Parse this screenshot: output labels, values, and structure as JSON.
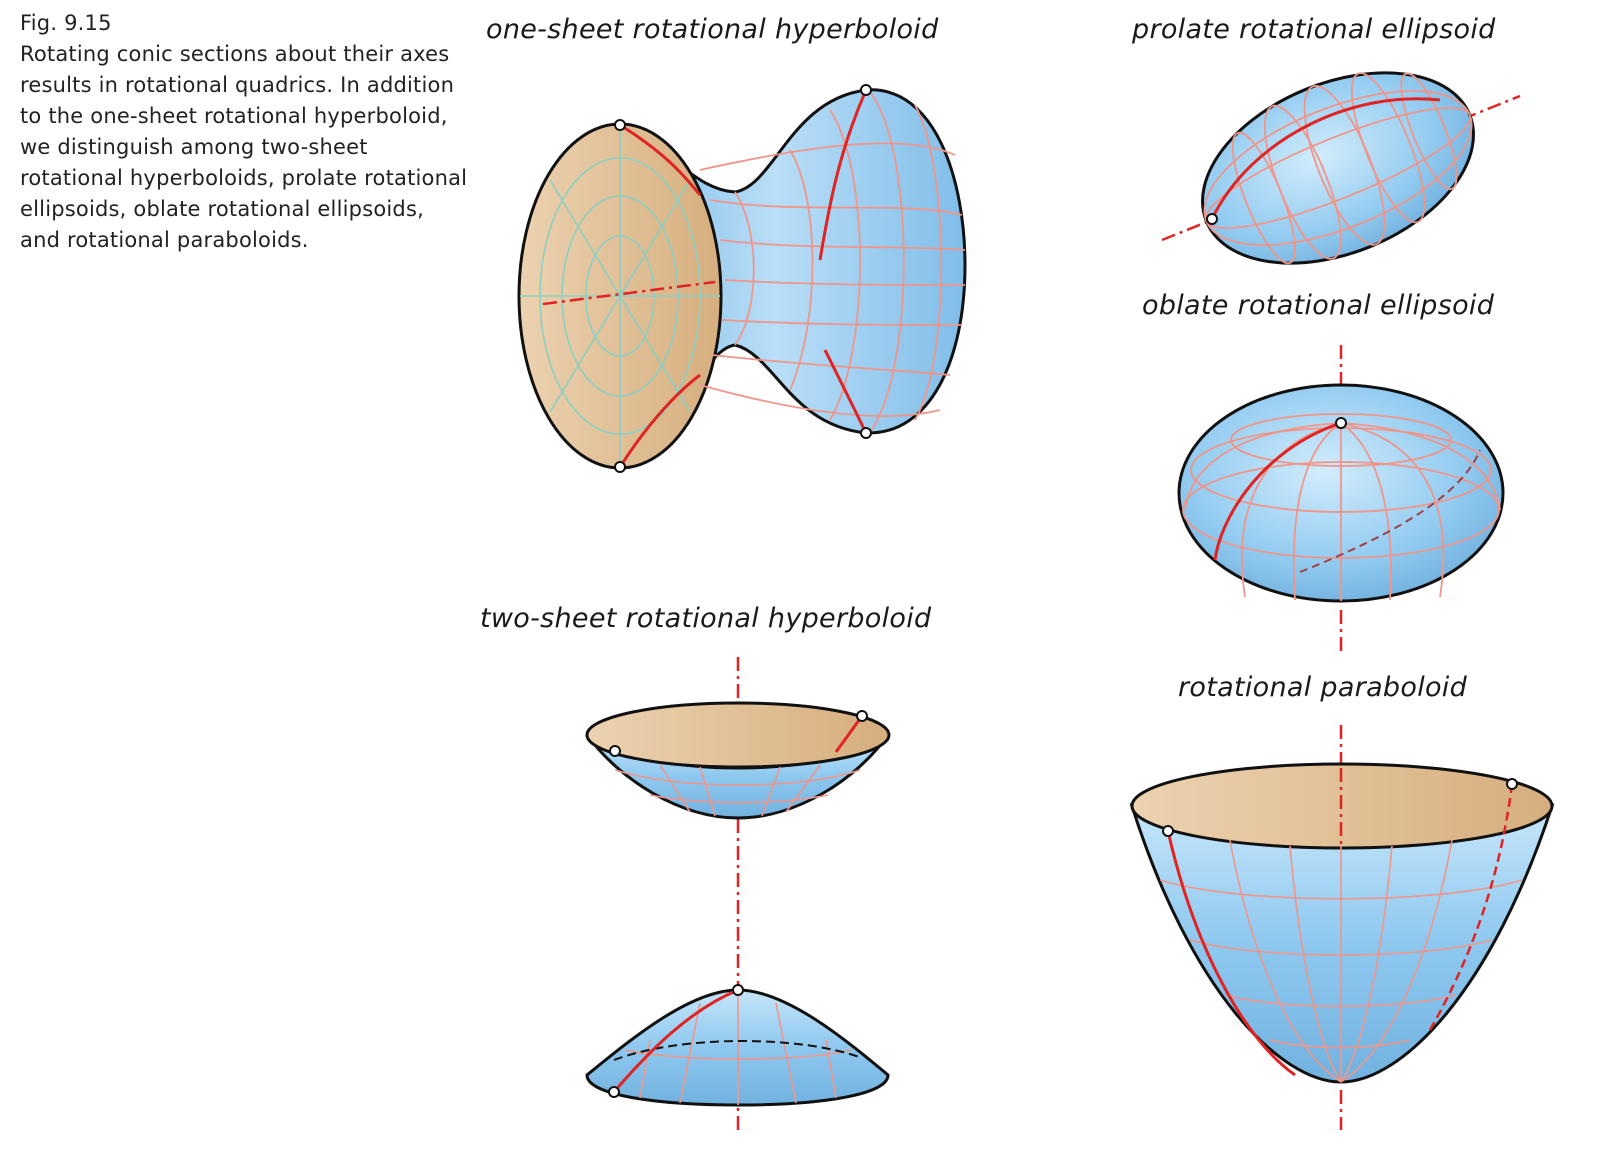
{
  "caption": {
    "fig_label": "Fig. 9.15",
    "text": "Rotating conic sections about their axes results in rotational quadrics. In addition to the one-sheet rotational hyperboloid, we distinguish among two-sheet rotational hyperboloids, prolate rotational ellipsoids, oblate rotational ellipsoids, and rotational paraboloids."
  },
  "titles": {
    "one_sheet": "one-sheet rotational hyperboloid",
    "prolate": "prolate rotational ellipsoid",
    "oblate": "oblate rotational ellipsoid",
    "two_sheet": "two-sheet rotational hyperboloid",
    "paraboloid": "rotational paraboloid"
  },
  "colors": {
    "surface_blue": "#8ec8ef",
    "surface_blue_light": "#c6e6fa",
    "inner_tan": "#deb98c",
    "inner_tan_light": "#ecd2b0",
    "grid_line": "#f0958a",
    "grid_line_inner": "#8ccfc3",
    "generator_red": "#e02424",
    "outline": "#111111"
  }
}
